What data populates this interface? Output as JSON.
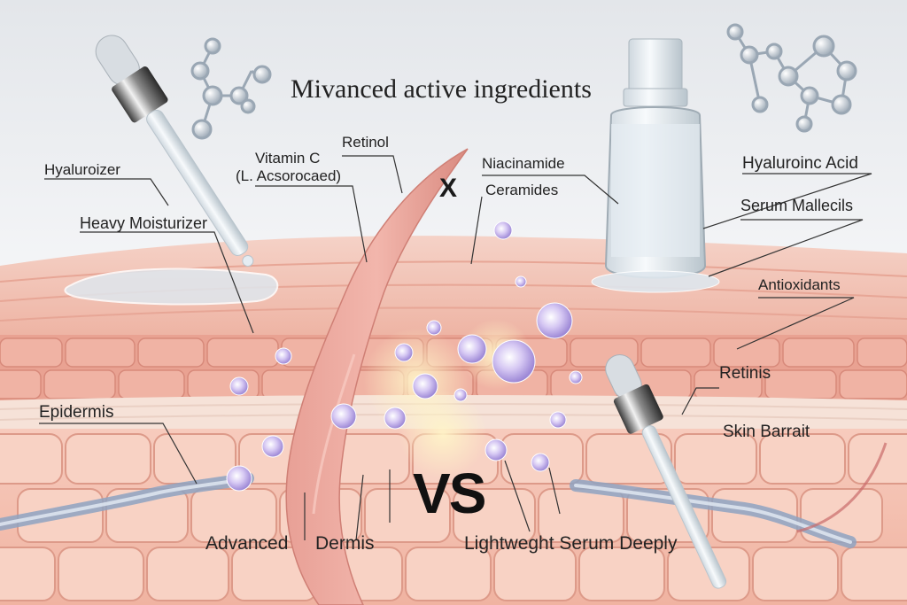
{
  "image": {
    "heading": "Mivanced active ingredients",
    "center_mark": "X",
    "vs_text": "VS",
    "labels": {
      "hyaluroizer": "Hyaluroizer",
      "heavy_moisturizer": "Heavy Moisturizer",
      "vitamin_c": "Vitamin C",
      "vitamin_c_sub": "(L. Acsorocaed)",
      "retinol": "Retinol",
      "niacinamide": "Niacinamide",
      "ceramides": "Ceramides",
      "hyaluronic_acid": "Hyaluroinc Acid",
      "serum_molecules": "Serum Mallecils",
      "antioxidants": "Antioxidants",
      "retinis": "Retinis",
      "skin_barrier": "Skin Barrait",
      "epidermis": "Epidermis",
      "advanced": "Advanced",
      "dermis": "Dermis",
      "lightweight_serum": "Lightweght Serum Deeply"
    }
  },
  "colors": {
    "background": "#eef0f3",
    "skin_top": "#f2c3b6",
    "skin_mid": "#e9a898",
    "skin_deep": "#f3c0b0",
    "hair_follicle": "#e5938a",
    "molecule": "#b9c8d8",
    "serum_bubble": "#c7b4ec",
    "vessel": "#8ea3c2"
  },
  "icons": {
    "left_dropper": "dropper-icon",
    "right_dropper": "dropper-icon",
    "serum_bottle": "serum-bottle-icon",
    "molecule_left": "molecule-icon",
    "molecule_right": "molecule-icon"
  }
}
